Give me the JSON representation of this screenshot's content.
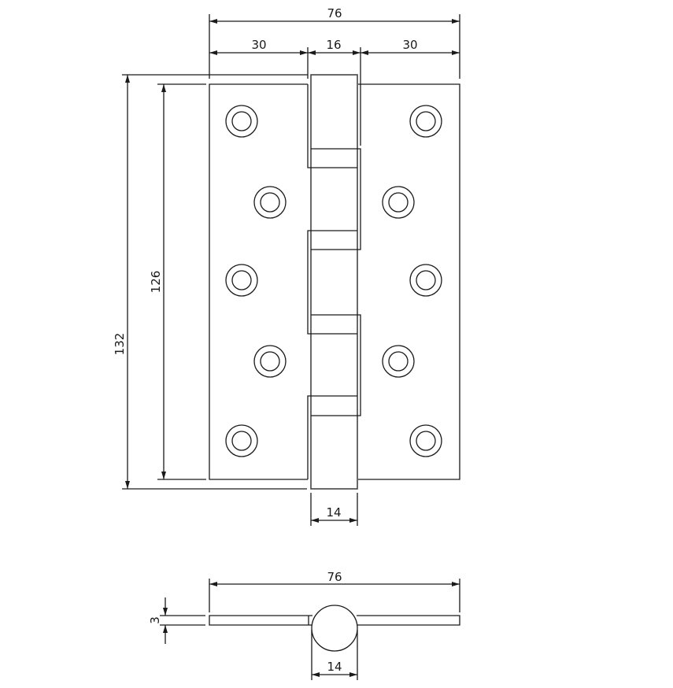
{
  "front_view": {
    "overall_width": "76",
    "left_leaf_width": "30",
    "knuckle_width": "16",
    "right_leaf_width": "30",
    "overall_height": "132",
    "leaf_height": "126",
    "knuckle_diameter": "14"
  },
  "side_view": {
    "overall_width": "76",
    "thickness": "3",
    "knuckle_diameter": "14"
  },
  "colors": {
    "line": "#1a1a1a",
    "background": "#ffffff"
  }
}
